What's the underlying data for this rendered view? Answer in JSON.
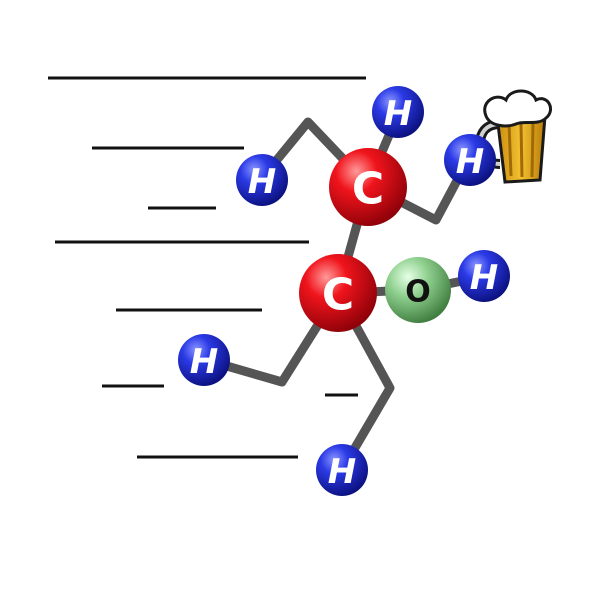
{
  "colors": {
    "background": "#ffffff",
    "speed_line": "#111111",
    "bond": "#555555",
    "hydrogen": "#1a22d6",
    "carbon": "#e8141c",
    "oxygen": "#7ec87e",
    "beer": "#e8b420",
    "foam": "#ffffff"
  },
  "molecule": {
    "carbon_1": {
      "symbol": "C"
    },
    "carbon_2": {
      "symbol": "C"
    },
    "oxygen": {
      "symbol": "O"
    },
    "hydrogen_top": {
      "symbol": "H"
    },
    "hydrogen_left_arm": {
      "symbol": "H"
    },
    "hydrogen_right_arm": {
      "symbol": "H"
    },
    "hydrogen_hydroxyl": {
      "symbol": "H"
    },
    "hydrogen_left_leg": {
      "symbol": "H"
    },
    "hydrogen_right_leg": {
      "symbol": "H"
    }
  },
  "icons": {
    "beer_mug": "beer-mug-icon"
  }
}
